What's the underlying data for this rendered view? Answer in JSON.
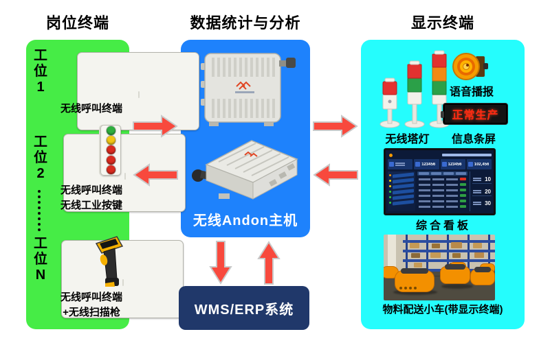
{
  "titles": {
    "left": "岗位终端",
    "middle": "数据统计与分析",
    "right": "显示终端"
  },
  "left_panel": {
    "stations": [
      {
        "label_chars": [
          "工",
          "位",
          "1"
        ],
        "captions": [
          "无线呼叫终端"
        ]
      },
      {
        "label_chars": [
          "工",
          "位",
          "2"
        ],
        "captions": [
          "无线呼叫终端",
          "无线工业按键"
        ]
      },
      {
        "label_chars": [
          "工",
          "位",
          "N"
        ],
        "captions": [
          "无线呼叫终端",
          "+无线扫描枪"
        ]
      }
    ]
  },
  "middle_panel": {
    "host_label": "无线Andon主机",
    "wms_label": "WMS/ERP系统"
  },
  "right_panel": {
    "tower_label": "无线塔灯",
    "voice_label": "语音播报",
    "led_text": "正常生产",
    "led_label": "信息条屏",
    "board_label": "综合看板",
    "board_kpi_values": [
      "123456",
      "123456",
      "102,456"
    ],
    "board_stats": [
      "10",
      "20",
      "30"
    ],
    "agv_label": "物料配送小车(带显示终端)"
  },
  "colors": {
    "panel_green": "#46EC46",
    "panel_cyan": "#25FDFD",
    "panel_blue": "#1E82FC",
    "wms_navy": "#20386A",
    "arrow_red": "#F8493D",
    "led_red": "#FF2A12"
  }
}
